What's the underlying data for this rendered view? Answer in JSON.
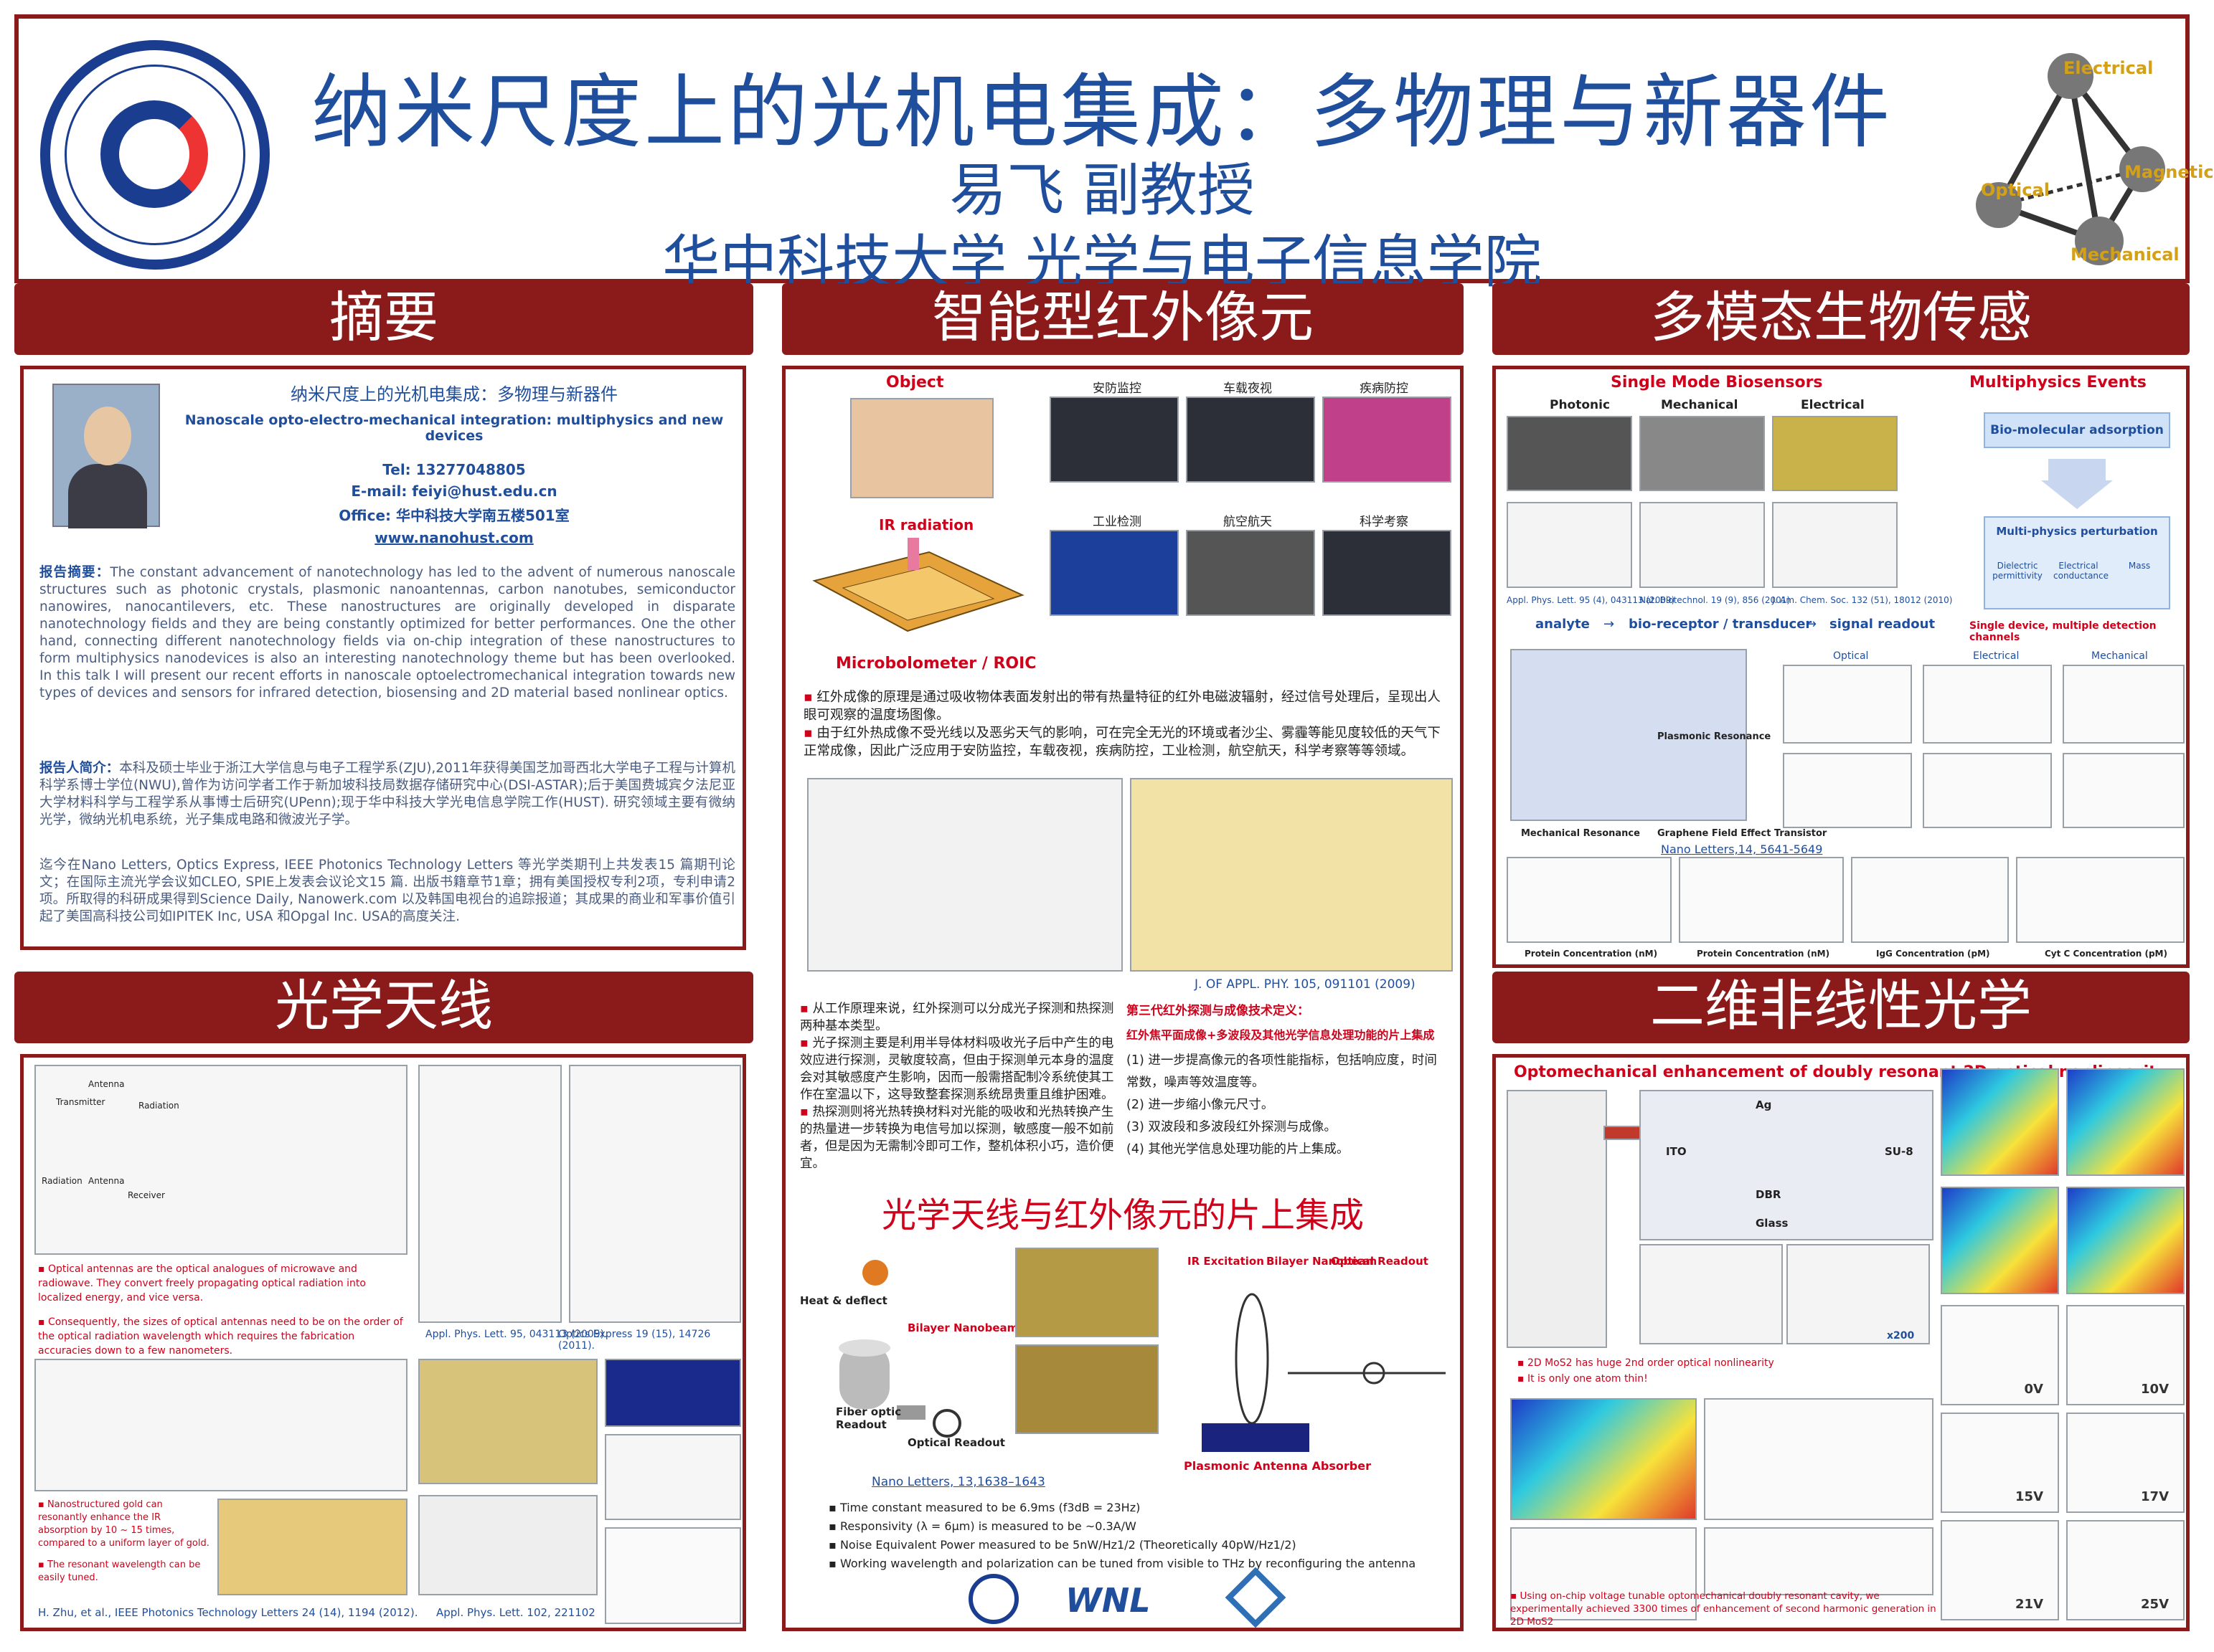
{
  "header": {
    "title": "纳米尺度上的光机电集成：多物理与新器件",
    "author": "易飞 副教授",
    "institution": "华中科技大学 光学与电子信息学院",
    "tetra_labels": [
      "Electrical",
      "Optical",
      "Magnetic",
      "Mechanical"
    ]
  },
  "sections": {
    "abstract": "摘要",
    "ir_pixel": "智能型红外像元",
    "biosensing": "多模态生物传感",
    "antenna": "光学天线",
    "nonlinear": "二维非线性光学"
  },
  "abstract": {
    "cn_title": "纳米尺度上的光机电集成：多物理与新器件",
    "en_title": "Nanoscale opto-electro-mechanical integration: multiphysics and new devices",
    "tel": "Tel:  13277048805",
    "email": "E-mail:  feiyi@hust.edu.cn",
    "office": "Office: 华中科技大学南五楼501室",
    "website": "www.nanohust.com",
    "report_label": "报告摘要",
    "report_text": "The constant advancement of nanotechnology has led to the advent of numerous nanoscale structures such as photonic crystals, plasmonic nanoantennas, carbon nanotubes, semiconductor nanowires, nanocantilevers, etc. These nanostructures are originally developed in disparate nanotechnology fields and they are being constantly optimized for better performances. One the other hand, connecting different nanotechnology fields via on-chip integration of these nanostructures to form multiphysics nanodevices is also an interesting nanotechnology theme but has been overlooked. In this talk I will present our recent efforts in nanoscale optoelectromechanical integration towards new types of devices and sensors for infrared detection, biosensing and 2D material based nonlinear optics.",
    "bio_label": "报告人简介",
    "bio_text": "本科及硕士毕业于浙江大学信息与电子工程学系(ZJU),2011年获得美国芝加哥西北大学电子工程与计算机科学系博士学位(NWU),曾作为访问学者工作于新加坡科技局数据存储研究中心(DSI-ASTAR);后于美国费城宾夕法尼亚大学材料科学与工程学系从事博士后研究(UPenn);现于华中科技大学光电信息学院工作(HUST). 研究领域主要有微纳光学，微纳光机电系统，光子集成电路和微波光子学。",
    "pub_text": "迄今在Nano Letters, Optics Express, IEEE Photonics Technology Letters 等光学类期刊上共发表15 篇期刊论文；在国际主流光学会议如CLEO, SPIE上发表会议论文15 篇. 出版书籍章节1章；拥有美国授权专利2项，专利申请2项。所取得的科研成果得到Science Daily, Nanowerk.com 以及韩国电视台的追踪报道；其成果的商业和军事价值引起了美国高科技公司如IPITEK Inc, USA 和Opgal Inc. USA的高度关注."
  },
  "ir": {
    "object_label": "Object",
    "ir_label": "IR radiation",
    "bolometer_label": "Microbolometer / ROIC",
    "grid_labels": [
      "安防监控",
      "车载夜视",
      "疾病防控",
      "工业检测",
      "航空航天",
      "科学考察"
    ],
    "desc1": "红外成像的原理是通过吸收物体表面发射出的带有热量特征的红外电磁波辐射，经过信号处理后，呈现出人眼可观察的温度场图像。",
    "desc2": "由于红外热成像不受光线以及恶劣天气的影响，可在完全无光的环境或者沙尘、雾霾等能见度较低的天气下正常成像，因此广泛应用于安防监控，车载夜视，疾病防控，工业检测，航空航天，科学考察等等领域。",
    "roadmap_ref": "J. OF APPL. PHY. 105, 091101 (2009)",
    "detect1": "从工作原理来说，红外探测可以分成光子探测和热探测两种基本类型。",
    "detect2": "光子探测主要是利用半导体材料吸收光子后中产生的电效应进行探测，灵敏度较高，但由于探测单元本身的温度会对其敏感度产生影响，因而一般需搭配制冷系统使其工作在室温以下，这导致整套探测系统昂贵重且维护困难。",
    "detect3": "热探测则将光热转换材料对光能的吸收和光热转换产生的热量进一步转换为电信号加以探测，敏感度一般不如前者，但是因为无需制冷即可工作，整机体积小巧，造价便宜。",
    "gen3_title": "第三代红外探测与成像技术定义：",
    "gen3_sub": "红外焦平面成像+多波段及其他光学信息处理功能的片上集成",
    "gen3_items": [
      "(1)  进一步提高像元的各项性能指标，包括响应度，时间常数，噪声等效温度等。",
      "(2) 进一步缩小像元尺寸。",
      "(3) 双波段和多波段红外探测与成像。",
      "(4) 其他光学信息处理功能的片上集成。"
    ],
    "integration_title": "光学天线与红外像元的片上集成",
    "int_labels": [
      "Bilayer Nanobeam",
      "Optical Readout",
      "IR Excitation",
      "Bilayer Nanobeam",
      "Optical Readout",
      "Plasmonic Antenna Absorber",
      "Fiber optic Readout",
      "Heat & deflect"
    ],
    "nano_ref": "Nano Letters, 13,1638–1643",
    "specs": [
      "Time constant measured to be 6.9ms (f3dB = 23Hz)",
      "Responsivity (λ = 6μm) is measured to be ~0.3A/W",
      "Noise Equivalent Power measured to be 5nW/Hz1/2 (Theoretically 40pW/Hz1/2)",
      "Working wavelength and polarization can be tuned from visible to THz by reconfiguring the antenna"
    ]
  },
  "bio": {
    "single_title": "Single Mode Biosensors",
    "multi_title": "Multiphysics Events",
    "cols": [
      "Photonic",
      "Mechanical",
      "Electrical"
    ],
    "refs": [
      "Appl. Phys. Lett. 95 (4), 043113 (2009)",
      "Nat. Biotechnol. 19 (9), 856 (2001)",
      "J. Am. Chem. Soc. 132 (51), 18012 (2010)"
    ],
    "flow": [
      "analyte",
      "bio-receptor / transducer",
      "signal readout"
    ],
    "adsorption": "Bio-molecular adsorption",
    "perturbation": "Multi-physics perturbation",
    "perturb_items": [
      "Dielectric permittivity",
      "Electrical conductance",
      "Mass"
    ],
    "single_device": "Single device, multiple detection channels",
    "mini_titles": [
      "Optical",
      "Electrical",
      "Mechanical"
    ],
    "device_labels": [
      "Plasmonic Resonance",
      "Mechanical Resonance",
      "Graphene Field Effect Transistor"
    ],
    "ref_nl": "Nano Letters,14, 5641-5649",
    "xlabels": [
      "Protein Concentration (nM)",
      "Protein Concentration (nM)",
      "IgG Concentration (pM)",
      "Cyt C Concentration (pM)"
    ]
  },
  "antenna": {
    "bullets1": [
      "Optical antennas are the optical analogues of microwave and radiowave. They convert freely propagating optical radiation into localized energy, and vice versa.",
      "Consequently, the sizes of optical antennas need to be on the order of the optical radiation wavelength which requires the fabrication accuracies down to a few nanometers."
    ],
    "ref1": "Appl. Phys. Lett. 95, 043113 (2009).",
    "ref2": "Optics Express 19 (15), 14726 (2011).",
    "bullets2": [
      "Nanostructured gold can resonantly enhance the IR absorption by 10 ~ 15 times, compared to a uniform layer of gold.",
      "The resonant wavelength can be easily tuned."
    ],
    "ref3": "H. Zhu, et al., IEEE Photonics Technology Letters 24 (14), 1194 (2012).",
    "ref4": "Appl. Phys. Lett. 102, 221102",
    "labels": [
      "Transmitter",
      "Antenna",
      "Radiation",
      "Receiver",
      "Antenna",
      "Radiation"
    ]
  },
  "nl": {
    "title": "Optomechanical enhancement of doubly resonant 2D optical nonlinearity",
    "stack": [
      "ITO",
      "DBR",
      "Glass",
      "SU-8",
      "Ag"
    ],
    "bullets": [
      "2D MoS2 has huge 2nd order optical nonlinearity",
      "It is only one atom thin!"
    ],
    "bottom": "Using on-chip voltage tunable optomechanical doubly resonant cavity, we experimentally achieved 3300 times of enhancement of second harmonic generation in 2D MoS2",
    "voltages": [
      "0V",
      "10V",
      "15V",
      "17V",
      "21V",
      "25V"
    ],
    "factor": "x200"
  }
}
